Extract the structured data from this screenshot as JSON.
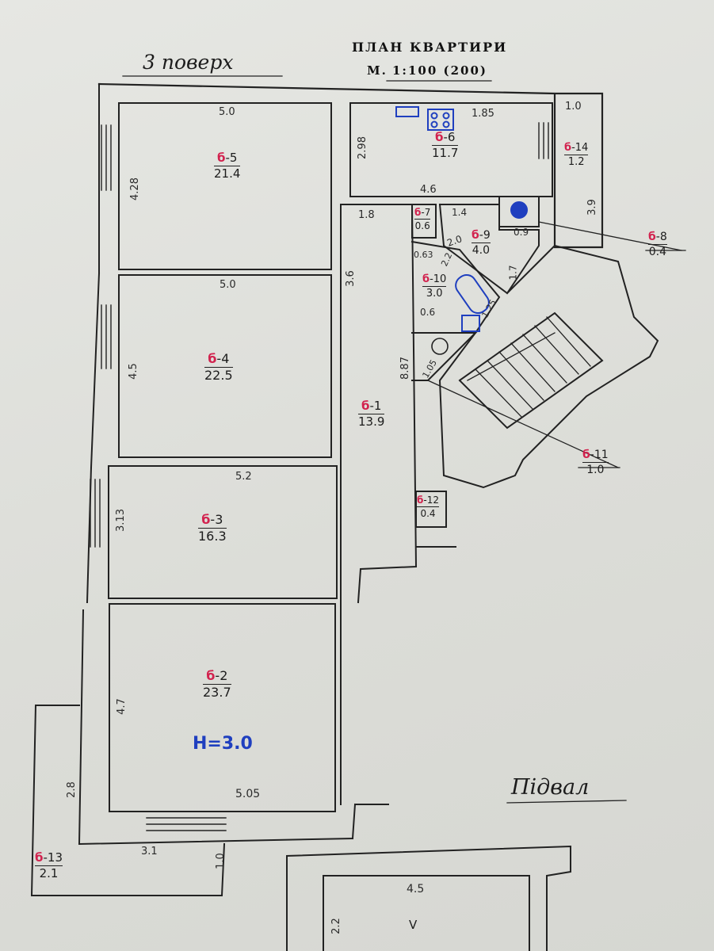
{
  "header": {
    "title": "ПЛАН КВАРТИРИ",
    "scale_prefix": "М.",
    "scale_value": "1:100 (200)"
  },
  "floor_label": "3 поверх",
  "basement_label": "Підвал",
  "height_note": "H=3.0",
  "colors": {
    "room_code": "#d2224e",
    "blue_ink": "#1f3fbf",
    "lines": "#222222"
  },
  "rooms": [
    {
      "letter": "б",
      "code": "-5",
      "area": "21.4"
    },
    {
      "letter": "б",
      "code": "-6",
      "area": "11.7"
    },
    {
      "letter": "б",
      "code": "-4",
      "area": "22.5"
    },
    {
      "letter": "б",
      "code": "-1",
      "area": "13.9"
    },
    {
      "letter": "б",
      "code": "-3",
      "area": "16.3"
    },
    {
      "letter": "б",
      "code": "-2",
      "area": "23.7"
    },
    {
      "letter": "б",
      "code": "-7",
      "area": "0.6"
    },
    {
      "letter": "б",
      "code": "-9",
      "area": "4.0"
    },
    {
      "letter": "б",
      "code": "-8",
      "area": "0.4"
    },
    {
      "letter": "б",
      "code": "-14",
      "area": "1.2"
    },
    {
      "letter": "б",
      "code": "-10",
      "area": "3.0"
    },
    {
      "letter": "б",
      "code": "-11",
      "area": "1.0"
    },
    {
      "letter": "б",
      "code": "-12",
      "area": "0.4"
    },
    {
      "letter": "б",
      "code": "-13",
      "area": "2.1"
    }
  ],
  "dimensions": {
    "r5_width": "5.0",
    "r5_height": "4.28",
    "r4_width": "5.0",
    "r4_height": "4.5",
    "r3_width": "5.2",
    "r3_height": "3.13",
    "r2_width": "5.05",
    "r2_height": "4.7",
    "r6_width": "1.85",
    "r6_height": "2.98",
    "r6_bottom": "4.6",
    "d_1_0_top": "1.0",
    "d_3_9": "3.9",
    "d_1_8": "1.8",
    "d_3_6": "3.6",
    "d_1_4": "1.4",
    "d_0_9": "0.9",
    "d_2_0": "2.0",
    "d_2_2": "2.2",
    "d_1_7": "1.7",
    "d_0_63": "0.63",
    "d_0_6": "0.6",
    "d_1_25": "1.25",
    "d_8_87": "8.87",
    "d_1_05": "1.05",
    "d_2_8": "2.8",
    "d_3_1": "3.1",
    "d_1_0_bottom": "1.0",
    "basement_width": "4.5",
    "basement_height": "2.2"
  },
  "basement_room": {
    "label": "V"
  }
}
